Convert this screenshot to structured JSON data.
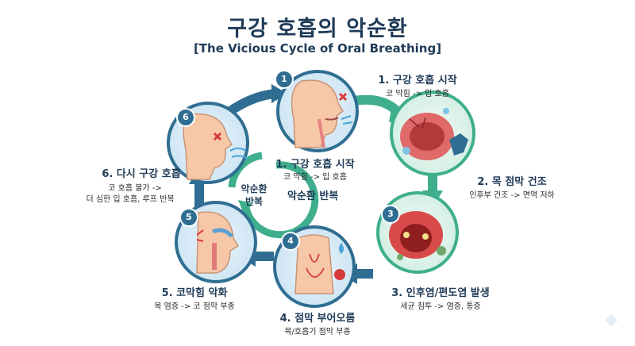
{
  "title": "구강 호흡의 악순환",
  "subtitle": "[The Vicious Cycle of Oral Breathing]",
  "steps": [
    {
      "num": "1",
      "title": "1. 구강 호흡 시작",
      "desc": "코 막힘 -> 입 호흡"
    },
    {
      "num": "2",
      "title": "2. 목 점막 건조",
      "desc": "인후부 건조 -> 면역 저하"
    },
    {
      "num": "3",
      "title": "3. 인후염/편도염 발생",
      "desc": "세균 침투 -> 염증, 통증"
    },
    {
      "num": "4",
      "title": "4. 점막 부어오름",
      "desc": "목/호흡기 점막 부종"
    },
    {
      "num": "5",
      "title": "5. 코막힘 악화",
      "desc": "목 염증 -> 코 점막 부종"
    },
    {
      "num": "6",
      "title": "6. 다시 구강 호흡",
      "desc_line1": "코 호흡 불가 ->",
      "desc_line2": "더 심한 입 호흡, 루프 반복"
    }
  ],
  "center": {
    "title": "1. 구강 호흡 시작",
    "desc": "코 막힘 -> 입 호흡",
    "loop_line1": "악순환",
    "loop_line2": "반복",
    "loop_label": "악순환 반복"
  },
  "icons": [
    "face-mouth-breathing-icon",
    "dry-throat-icon",
    "inflamed-throat-icon",
    "swollen-neck-icon",
    "nasal-congestion-icon",
    "face-mouth-breathing-icon"
  ],
  "colors": {
    "title": "#1f3b57",
    "teal": "#3fae8c",
    "blue": "#2f6e92",
    "ring": "#2f6e92"
  }
}
